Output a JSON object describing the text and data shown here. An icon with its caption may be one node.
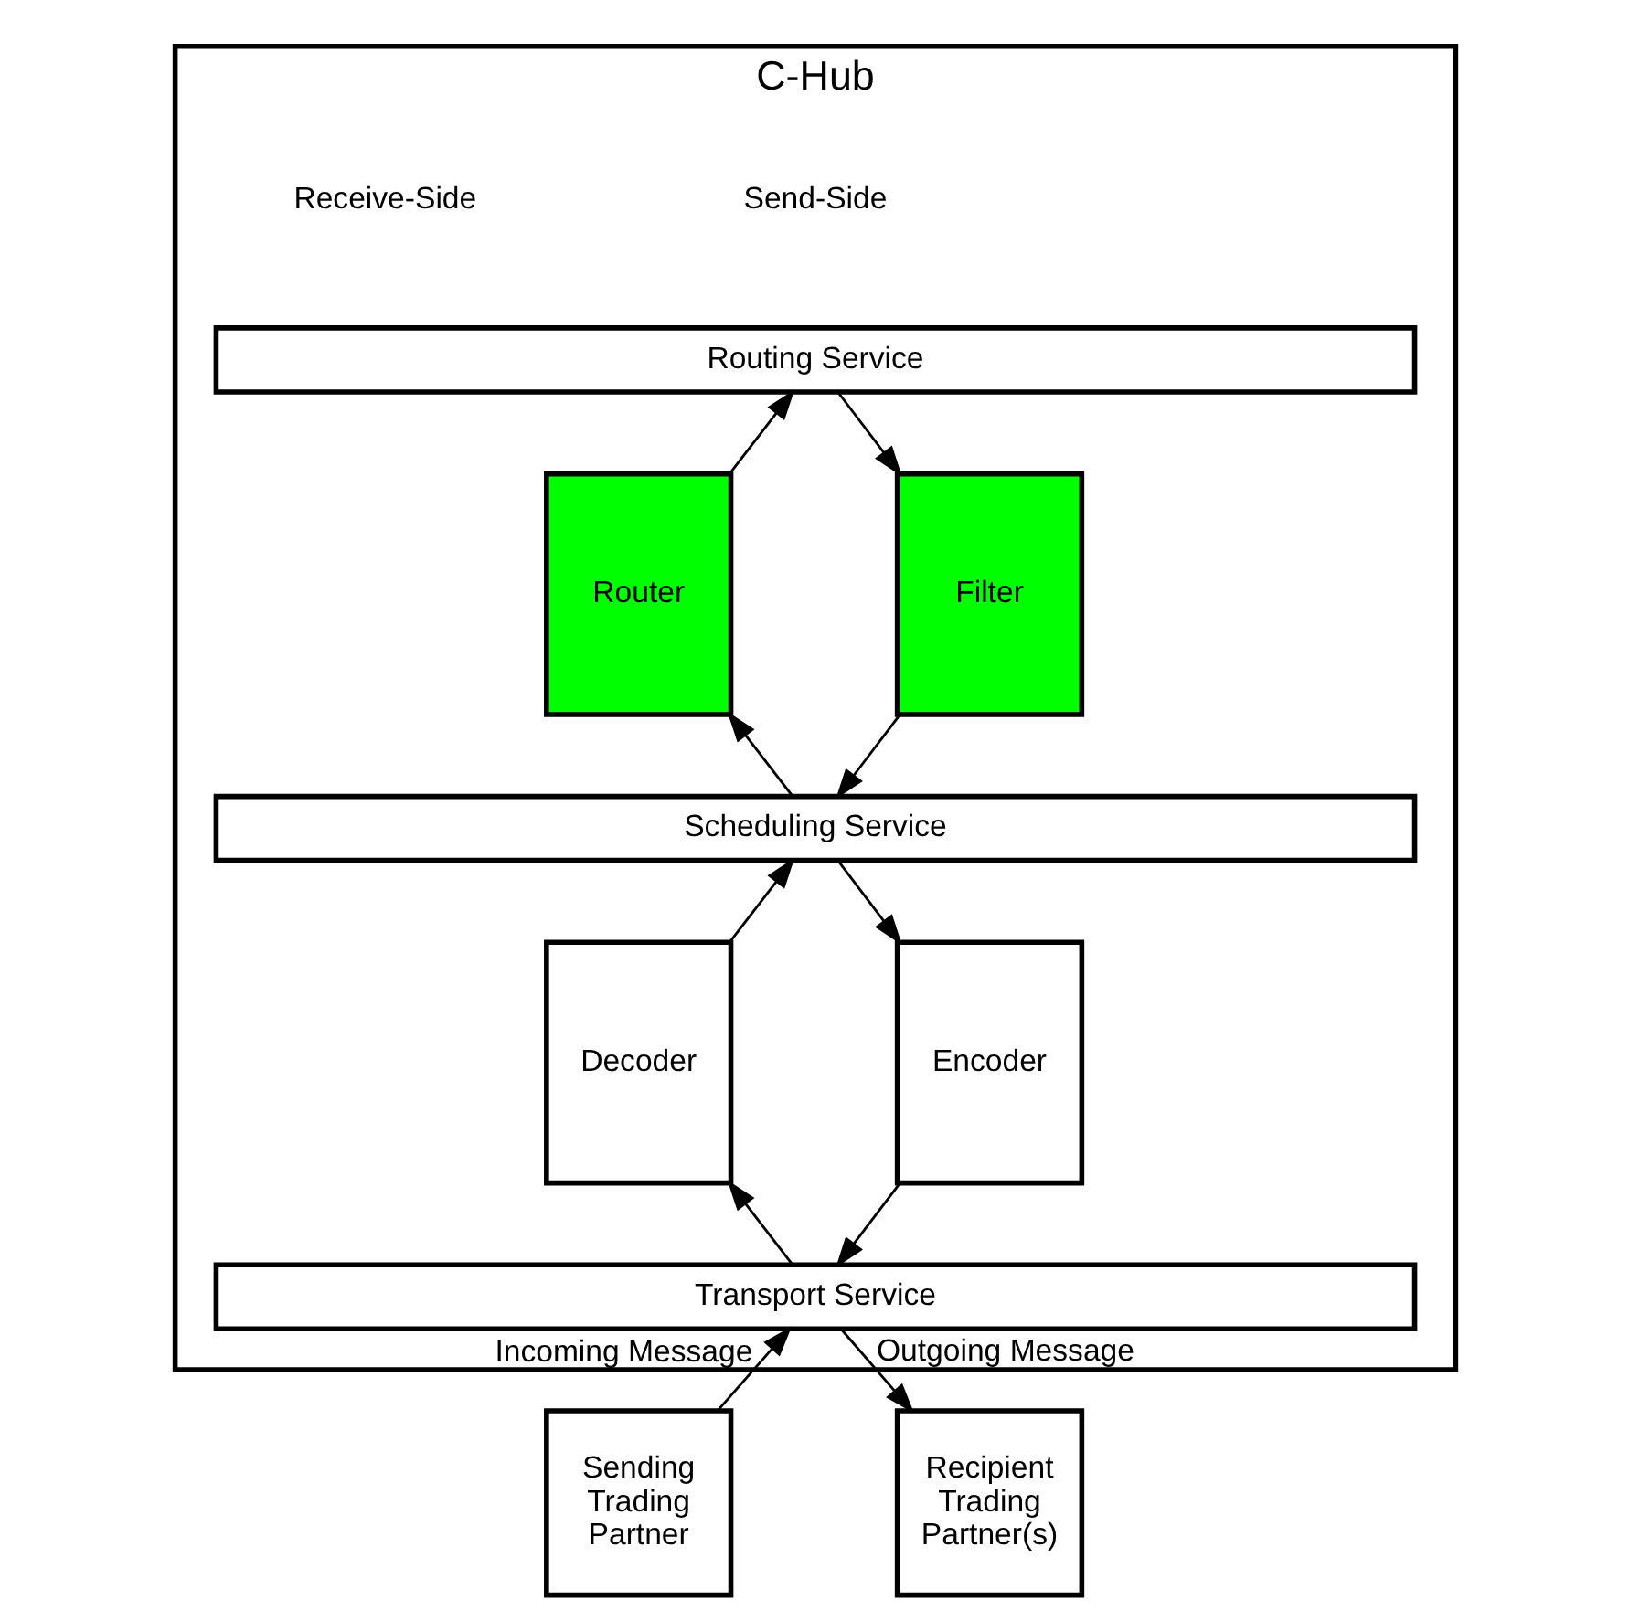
{
  "diagram": {
    "nodes": [
      {
        "text": [
          "C-Hub"
        ]
      },
      {
        "text": [
          "Routing Service"
        ],
        "in": 0
      },
      {
        "text": [
          "Router"
        ],
        "in": 0
      },
      {
        "text": [
          "Filter"
        ],
        "in": 0
      },
      {
        "text": [
          "Scheduling Service"
        ],
        "in": 0
      },
      {
        "text": [
          "Decoder"
        ],
        "in": 0
      },
      {
        "text": [
          "Encoder"
        ],
        "in": 0
      },
      {
        "text": [
          "Transport Service"
        ],
        "in": 0
      },
      {
        "text": [
          "Sending Trading Partner"
        ]
      },
      {
        "text": [
          "Recipient Trading Partner(s)"
        ]
      }
    ],
    "edges": [
      {
        "from": 2,
        "to": 1,
        "arrow": "to"
      },
      {
        "from": 1,
        "to": 3,
        "arrow": "to"
      },
      {
        "from": 4,
        "to": 2,
        "arrow": "to"
      },
      {
        "from": 3,
        "to": 4,
        "arrow": "to"
      },
      {
        "from": 5,
        "to": 4,
        "arrow": "to"
      },
      {
        "from": 4,
        "to": 6,
        "arrow": "to"
      },
      {
        "from": 7,
        "to": 5,
        "arrow": "to"
      },
      {
        "from": 6,
        "to": 7,
        "arrow": "to"
      },
      {
        "from": 8,
        "to": 7,
        "arrow": "to",
        "label": "Incoming Message"
      },
      {
        "from": 7,
        "to": 9,
        "arrow": "to",
        "label": "Outgoing Message"
      }
    ],
    "labels": [
      "Send-Side",
      "Receive-Side"
    ]
  }
}
